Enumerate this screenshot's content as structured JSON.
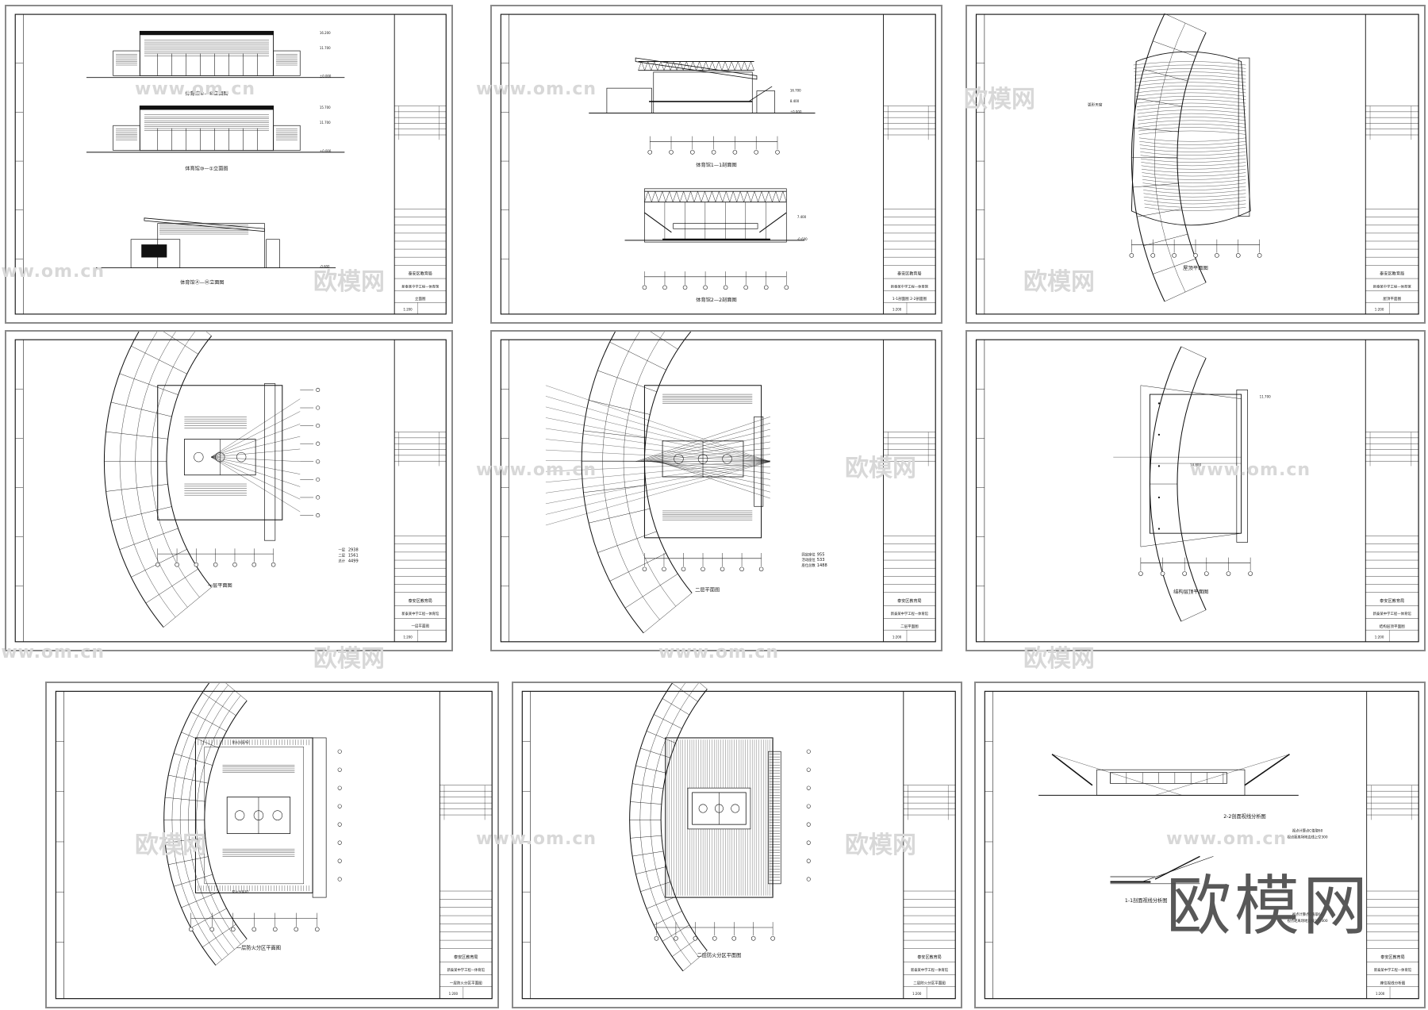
{
  "watermark": {
    "url": "www.om.cn",
    "brand": "欧模网"
  },
  "title_block_common": {
    "client": "泰安区教育局",
    "project": "新泰某中学工程—体育馆",
    "scale": "1:200"
  },
  "sheets": [
    {
      "id": "elevations",
      "type": "elevation",
      "drawing_title": "立面图",
      "captions": [
        "体育馆①—⑩立面图",
        "体育馆⑩—①立面图",
        "体育馆Ⓐ—Ⓗ立面图"
      ],
      "levels": [
        "16.200",
        "15.700",
        "11.700",
        "±0.000",
        "-0.600"
      ]
    },
    {
      "id": "sections",
      "type": "section",
      "drawing_title": "1-1剖面图 2-2剖面图",
      "captions": [
        "体育馆1—1剖面图",
        "体育馆2—2剖面图"
      ],
      "levels": [
        "16.700",
        "8.400",
        "±0.000",
        "-0.600",
        "7.400"
      ]
    },
    {
      "id": "roof-plan",
      "type": "roof",
      "drawing_title": "屋顶平面图",
      "captions": [
        "屋顶平面图"
      ],
      "labels": [
        "弧形天窗"
      ]
    },
    {
      "id": "floor1-plan",
      "type": "plan1",
      "drawing_title": "一层平面图",
      "captions": [
        "一层平面图"
      ],
      "stats": [
        {
          "label": "一层",
          "value": "2938"
        },
        {
          "label": "二层",
          "value": "1561"
        },
        {
          "label": "总计",
          "value": "4499"
        }
      ]
    },
    {
      "id": "floor2-plan",
      "type": "plan2",
      "drawing_title": "二层平面图",
      "captions": [
        "二层平面图"
      ],
      "stats": [
        {
          "label": "固定座位",
          "value": "955"
        },
        {
          "label": "活动座位",
          "value": "533"
        },
        {
          "label": "座位总数",
          "value": "1488"
        }
      ]
    },
    {
      "id": "structure-roof-plan",
      "type": "structure",
      "drawing_title": "结构层顶平面图",
      "captions": [
        "结构层顶平面图"
      ],
      "levels": [
        "14.800",
        "11.700"
      ]
    },
    {
      "id": "floor1-fire-plan",
      "type": "fire1",
      "drawing_title": "一层防火分区平面图",
      "captions": [
        "一层防火分区平面图"
      ],
      "labels": [
        "防火分区A2",
        "防火分区A1"
      ]
    },
    {
      "id": "floor2-fire-plan",
      "type": "fire2",
      "drawing_title": "二层防火分区平面图",
      "captions": [
        "二层防火分区平面图"
      ]
    },
    {
      "id": "sightline-analysis",
      "type": "sightline",
      "drawing_title": "座位视线分析图",
      "captions": [
        "2-2剖面视线分析图",
        "1-1剖面视线分析图"
      ],
      "notes": [
        "视点计算点C值取60",
        "视点距离场地边线上空300"
      ]
    }
  ]
}
